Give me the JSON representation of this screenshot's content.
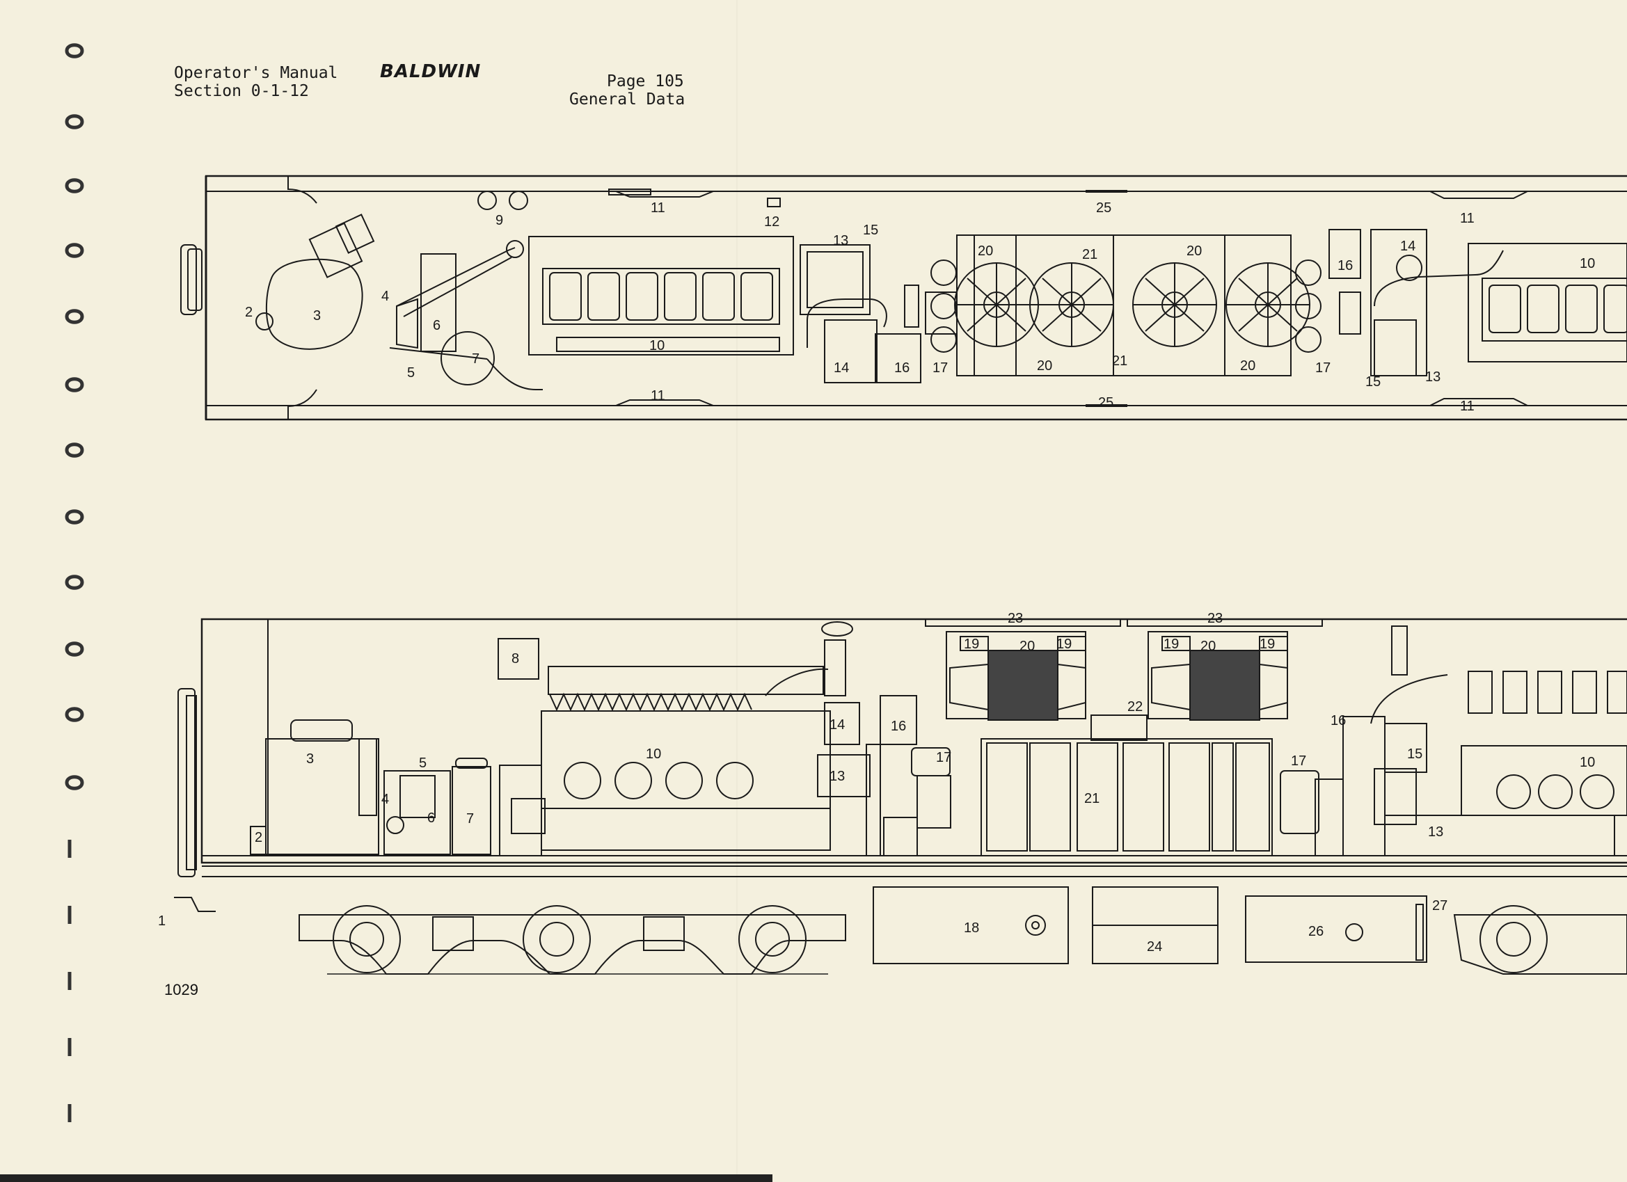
{
  "header": {
    "manual_title": "Operator's Manual",
    "section": "Section 0-1-12",
    "brand": "BALDWIN",
    "page": "Page 105",
    "subject": "General Data"
  },
  "figure_number": "1029",
  "plan_labels": [
    "2",
    "3",
    "4",
    "5",
    "6",
    "7",
    "9",
    "10",
    "11",
    "12",
    "13",
    "14",
    "15",
    "16",
    "17",
    "20",
    "21",
    "25"
  ],
  "elevation_labels": [
    "1",
    "2",
    "3",
    "4",
    "5",
    "6",
    "7",
    "8",
    "10",
    "13",
    "14",
    "15",
    "16",
    "17",
    "18",
    "19",
    "20",
    "21",
    "22",
    "23",
    "24",
    "26",
    "27"
  ],
  "colors": {
    "paper": "#f4f0de",
    "ink": "#1a1a1a"
  }
}
